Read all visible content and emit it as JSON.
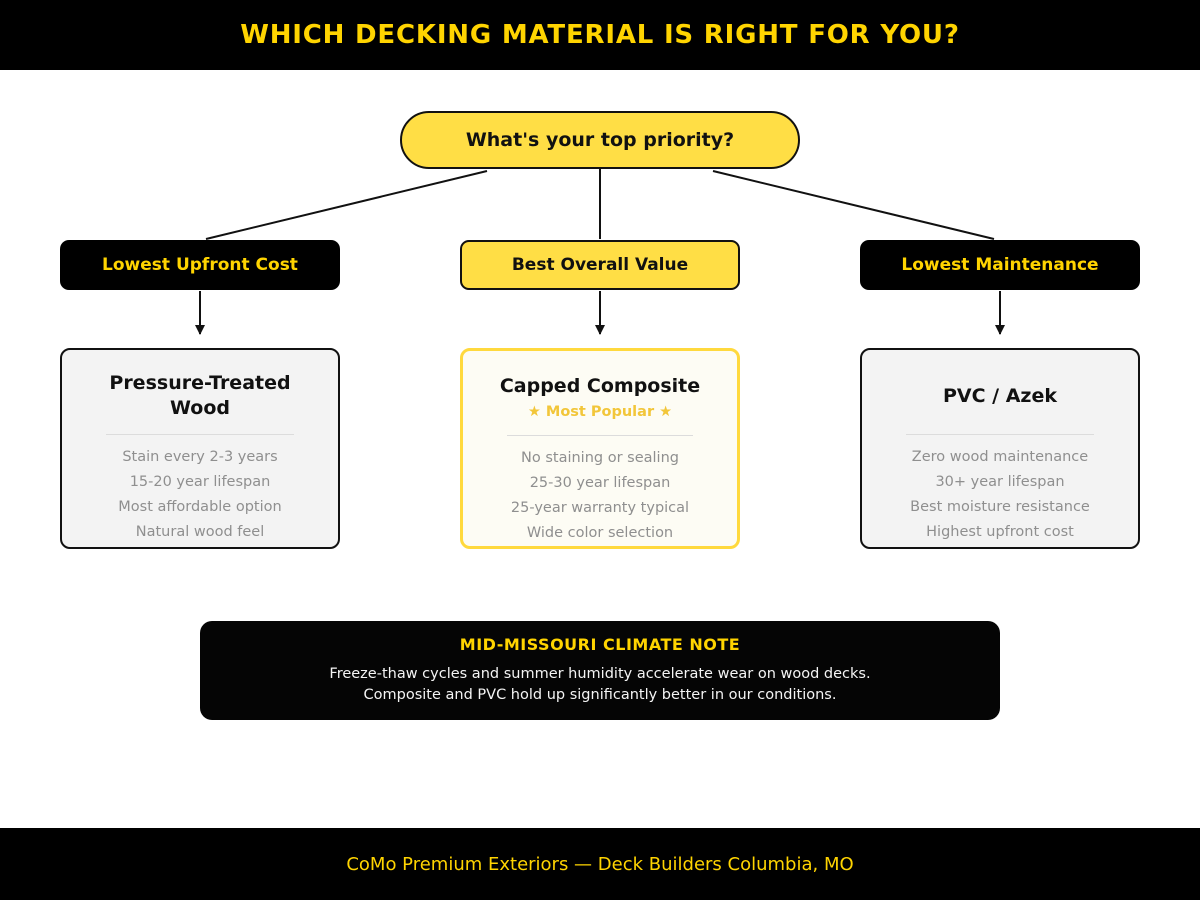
{
  "header": {
    "title": "WHICH DECKING MATERIAL IS RIGHT FOR YOU?"
  },
  "root_question": {
    "label": "What's your top priority?"
  },
  "branches": [
    {
      "label": "Lowest Upfront Cost"
    },
    {
      "label": "Best Overall Value"
    },
    {
      "label": "Lowest Maintenance"
    }
  ],
  "cards": [
    {
      "title": "Pressure-Treated Wood",
      "items": [
        "Stain every 2-3 years",
        "15-20 year lifespan",
        "Most affordable option",
        "Natural wood feel"
      ]
    },
    {
      "title": "Capped Composite",
      "badge": "★ Most Popular ★",
      "items": [
        "No staining or sealing",
        "25-30 year lifespan",
        "25-year warranty typical",
        "Wide color selection"
      ]
    },
    {
      "title": "PVC / Azek",
      "items": [
        "Zero wood maintenance",
        "30+ year lifespan",
        "Best moisture resistance",
        "Highest upfront cost"
      ]
    }
  ],
  "note": {
    "title": "MID-MISSOURI CLIMATE NOTE",
    "line1": "Freeze-thaw cycles and summer humidity accelerate wear on wood decks.",
    "line2": "Composite and PVC hold up significantly better in our conditions."
  },
  "footer": {
    "text": "CoMo Premium Exteriors — Deck Builders Columbia, MO"
  },
  "colors": {
    "accent_yellow_fill": "#FFDE45",
    "accent_yellow_text": "#FFD400",
    "highlight_border": "#FFD93D",
    "card_background": "#F3F3F3",
    "muted_text": "#8F8F8F",
    "black": "#000000"
  }
}
